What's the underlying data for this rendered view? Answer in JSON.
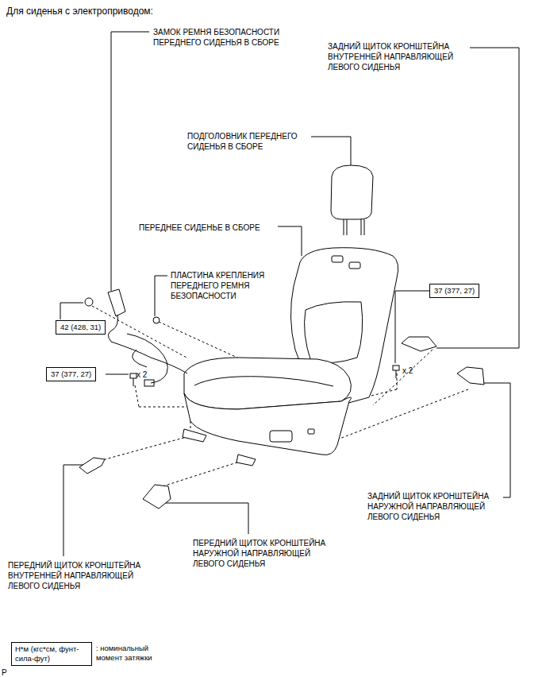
{
  "diagram": {
    "title": "Для сиденья с электроприводом:",
    "nodes": [
      {
        "text": [
          "37 (377, 27)"
        ]
      },
      {
        "text": [
          "42 (428, 31)"
        ]
      },
      {
        "text": [
          "37 (377, 27)"
        ]
      },
      {
        "text": [
          "Н*м (кгс*см, фунт-сила-фут)",
          ": номинальный момент затяжки"
        ]
      }
    ],
    "labels": [
      "ЗАМОК РЕМНЯ БЕЗОПАСНОСТИ ПЕРЕДНЕГО СИДЕНЬЯ В СБОРЕ",
      "ЗАДНИЙ ЩИТОК КРОНШТЕЙНА ВНУТРЕННЕЙ НАПРАВЛЯЮЩЕЙ ЛЕВОГО СИДЕНЬЯ",
      "ПОДГОЛОВНИК ПЕРЕДНЕГО СИДЕНЬЯ В СБОРЕ",
      "ПЕРЕДНЕЕ СИДЕНЬЕ В СБОРЕ",
      "ПЛАСТИНА КРЕПЛЕНИЯ ПЕРЕДНЕГО РЕМНЯ БЕЗОПАСНОСТИ",
      "x 2",
      "x 2",
      "ЗАДНИЙ ЩИТОК КРОНШТЕЙНА НАРУЖНОЙ НАПРАВЛЯЮЩЕЙ ЛЕВОГО СИДЕНЬЯ",
      "ПЕРЕДНИЙ ЩИТОК КРОНШТЕЙНА НАРУЖНОЙ НАПРАВЛЯЮЩЕЙ ЛЕВОГО СИДЕНЬЯ",
      "ПЕРЕДНИЙ ЩИТОК КРОНШТЕЙНА ВНУТРЕННЕЙ НАПРАВЛЯЮЩЕЙ ЛЕВОГО СИДЕНЬЯ",
      "P"
    ]
  }
}
